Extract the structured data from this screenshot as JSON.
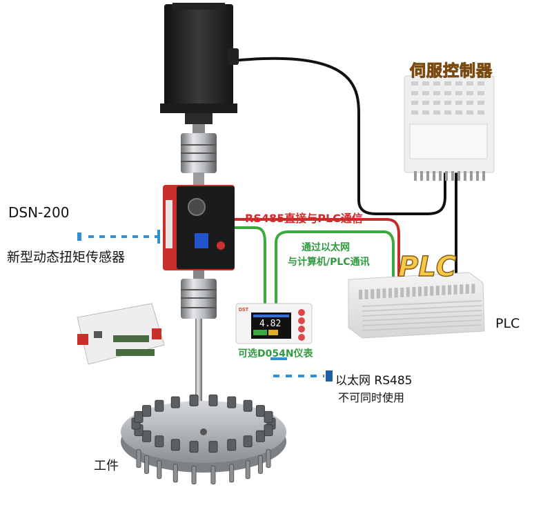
{
  "labels": {
    "dsn_model": "DSN-200",
    "dsn_desc": "新型动态扭矩传感器",
    "rs485_link": "RS485直接与PLC通信",
    "eth_link_line1": "通过以太网",
    "eth_link_line2": "与计算机/PLC通讯",
    "optional_meter": "可选D054N仪表",
    "plc_label": "PLC",
    "plc_emblem": "PLC",
    "servo_controller": "伺服控制器",
    "note_line1": "以太网 RS485",
    "note_line2": "不可同时使用",
    "workpiece": "工件"
  },
  "meter": {
    "display_value": "4.82",
    "brand": "DST"
  },
  "colors": {
    "rs485_cable": "#c92a2a",
    "ethernet_cable": "#3aaa3e",
    "servo_cable": "#111111",
    "callout_dash": "#2f8fd8",
    "plc_emblem_fill": "#f7c948",
    "sensor_body_red": "#c9302c"
  }
}
